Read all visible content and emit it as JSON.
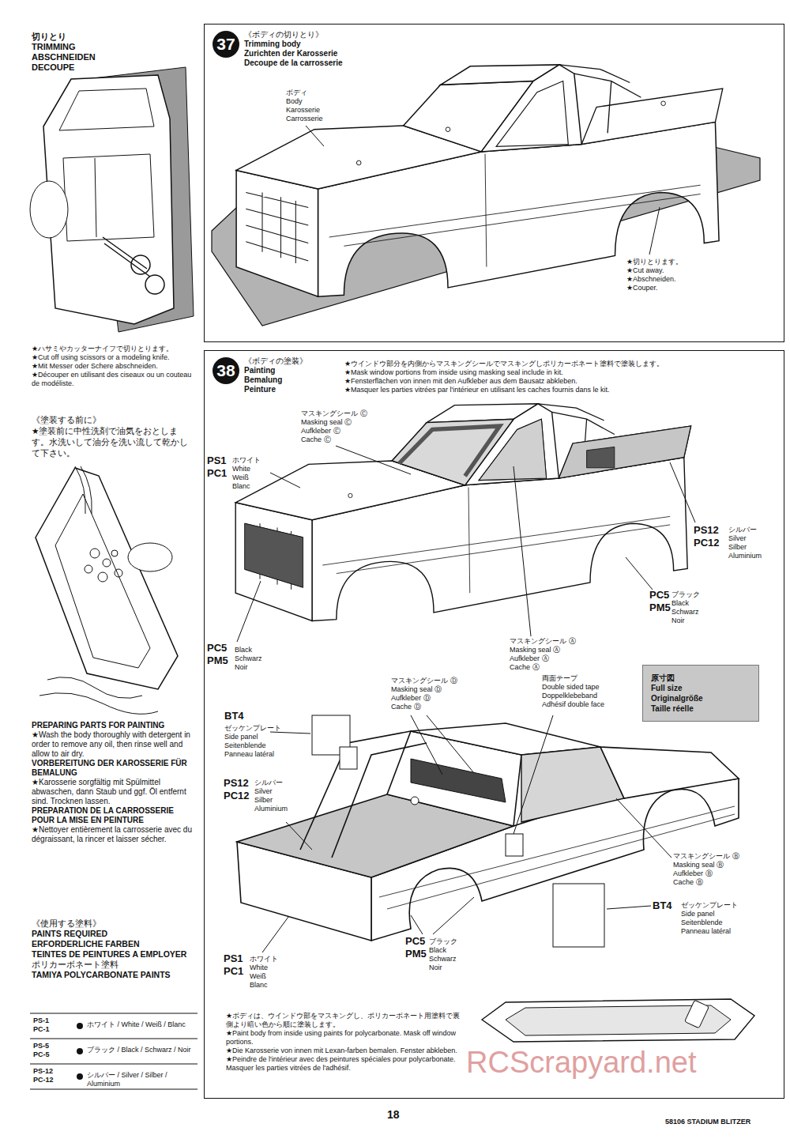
{
  "diagram": {
    "nodes": [
      {
        "text": [
          "37",
          "《ボディの切りとり》",
          "Trimming body",
          "Zurichten der Karosserie",
          "Decoupe de la carrosserie"
        ]
      },
      {
        "text": [
          "38",
          "《ボディの塗装》",
          "Painting",
          "Bemalung",
          "Peinture"
        ]
      },
      {
        "text": [
          "原寸図",
          "Full size",
          "Originalgröße",
          "Taille réelle"
        ],
        "in": 1
      }
    ],
    "labels": [
      "切りとり",
      "TRIMMING",
      "ABSCHNEIDEN",
      "DECOUPE",
      "★ハサミやカッターナイフで切りとります。",
      "★Cut off using scissors or a modeling knife.",
      "★Mit Messer oder Schere abschneiden.",
      "★Découper en utilisant des ciseaux ou un couteau de modéliste.",
      "《塗装する前に》",
      "★塗装前に中性洗剤で油気をおとします。水洗いして油分を洗い流して乾かして下さい。",
      "PREPARING PARTS FOR PAINTING",
      "★Wash the body thoroughly with detergent in order to remove any oil, then rinse well and allow to air dry.",
      "VORBEREITUNG DER KAROSSERIE FÜR BEMALUNG",
      "★Karosserie sorgfältig mit Spülmittel abwaschen, dann Staub und ggf. Öl entfernt sind. Trocknen lassen.",
      "PREPARATION DE LA CARROSSERIE POUR LA MISE EN PEINTURE",
      "★Nettoyer entièrement la carrosserie avec du dégraissant, la rincer et laisser sécher.",
      "《使用する塗料》",
      "PAINTS REQUIRED",
      "ERFORDERLICHE FARBEN",
      "TEINTES DE PEINTURES A EMPLOYER",
      "ポリカーボネート塗料",
      "TAMIYA POLYCARBONATE PAINTS",
      "PS-1",
      "PC-1",
      "ホワイト / White / Weiß / Blanc",
      "PS-5",
      "PC-5",
      "ブラック / Black / Schwarz / Noir",
      "PS-12",
      "PC-12",
      "シルバー / Silver / Silber / Aluminium",
      "ボディ",
      "Body",
      "Karosserie",
      "Carrosserie",
      "★切りとります。",
      "★Cut away.",
      "★Abschneiden.",
      "★Couper.",
      "★ウインドウ部分を内側からマスキングシールでマスキングしポリカーボネート塗料で塗装します。",
      "★Mask window portions from inside using masking seal include in kit.",
      "★Fensterflächen von innen mit den Aufkleber aus dem Bausatz abkleben.",
      "★Masquer les parties vitrées par l'intérieur en utilisant les caches fournis dans le kit.",
      "マスキングシール Ⓒ",
      "Masking seal Ⓒ",
      "Aufkleber Ⓒ",
      "Cache Ⓒ",
      "PS1",
      "PC1",
      "ホワイト",
      "White",
      "Weiß",
      "Blanc",
      "PS12",
      "PC12",
      "シルバー",
      "Silver",
      "Silber",
      "Aluminium",
      "PC5",
      "PM5",
      "ブラック",
      "Black",
      "Schwarz",
      "Noir",
      "PC5",
      "PM5",
      "Black",
      "Schwarz",
      "Noir",
      "マスキングシール Ⓐ",
      "Masking seal Ⓐ",
      "Aufkleber Ⓐ",
      "Cache Ⓐ",
      "マスキングシール Ⓓ",
      "Masking seal Ⓓ",
      "Aufkleber Ⓓ",
      "Cache Ⓓ",
      "両面テープ",
      "Double sided tape",
      "Doppelklebeband",
      "Adhésif double face",
      "BT4",
      "ゼッケンプレート",
      "Side panel",
      "Seitenblende",
      "Panneau latéral",
      "PS12",
      "PC12",
      "シルバー",
      "Silver",
      "Silber",
      "Aluminium",
      "マスキングシール Ⓑ",
      "Masking seal Ⓑ",
      "Aufkleber Ⓑ",
      "Cache Ⓑ",
      "BT4",
      "ゼッケンプレート",
      "Side panel",
      "Seitenblende",
      "Panneau latéral",
      "PS1",
      "PC1",
      "ホワイト",
      "White",
      "Weiß",
      "Blanc",
      "PC5",
      "PM5",
      "ブラック",
      "Black",
      "Schwarz",
      "Noir",
      "★ボディは、ウインドウ部をマスキングし、ポリカーボネート用塗料で裏側より暗い色から順に塗装します。",
      "★Paint body from inside using paints for polycarbonate. Mask off window portions.",
      "★Die Karosserie von innen mit Lexan-farben bemalen. Fenster abkleben.",
      "★Peindre de l'intérieur avec des peintures spéciales pour polycarbonate. Masquer les parties vitrées de l'adhésif.",
      "18",
      "58106 STADIUM BLITZER",
      "RCScrapyard.net"
    ]
  }
}
